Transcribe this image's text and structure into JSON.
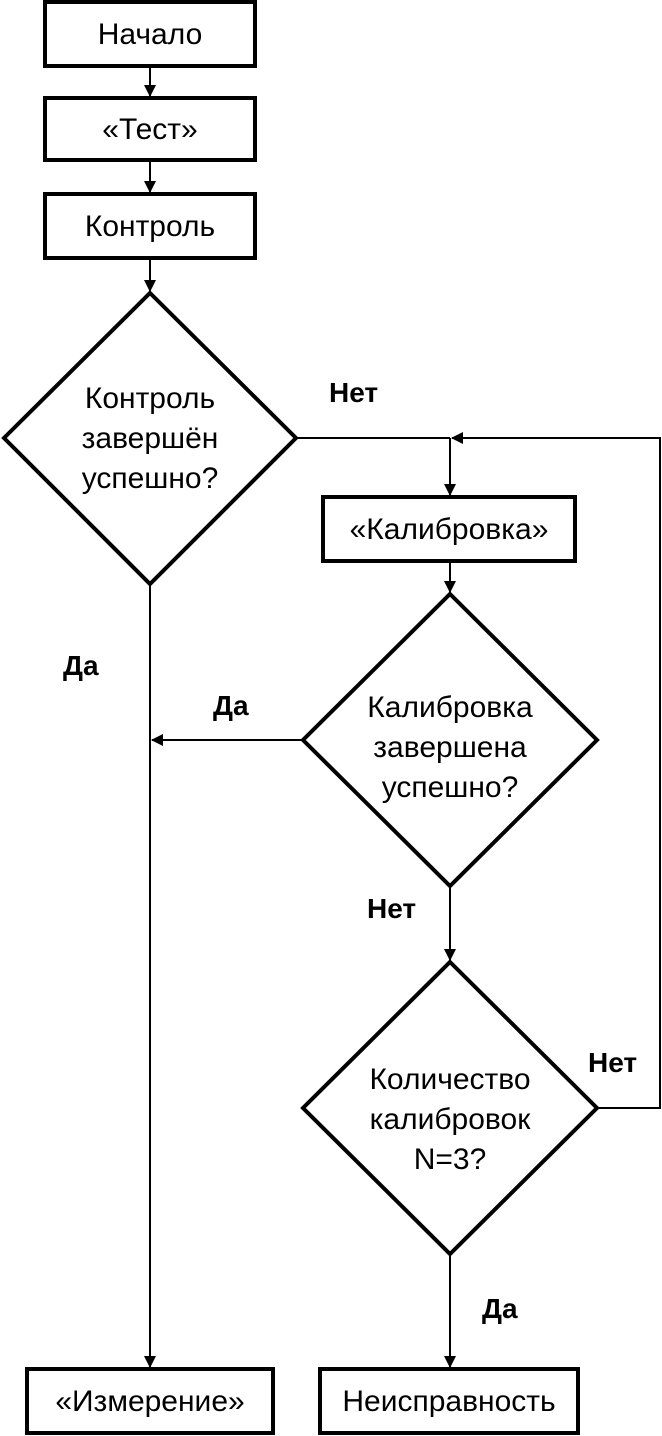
{
  "flowchart": {
    "start": "Начало",
    "test": "«Тест»",
    "control": "Контроль",
    "decision_control": [
      "Контроль",
      "завершён",
      "успешно?"
    ],
    "calibration": "«Калибровка»",
    "decision_calibration": [
      "Калибровка",
      "завершена",
      "успешно?"
    ],
    "decision_count": [
      "Количество",
      "калибровок",
      "N=3?"
    ],
    "measurement": "«Измерение»",
    "fault": "Неисправность",
    "labels": {
      "control_no": "Нет",
      "control_yes": "Да",
      "calib_yes": "Да",
      "calib_no": "Нет",
      "count_no": "Нет",
      "count_yes": "Да"
    }
  }
}
